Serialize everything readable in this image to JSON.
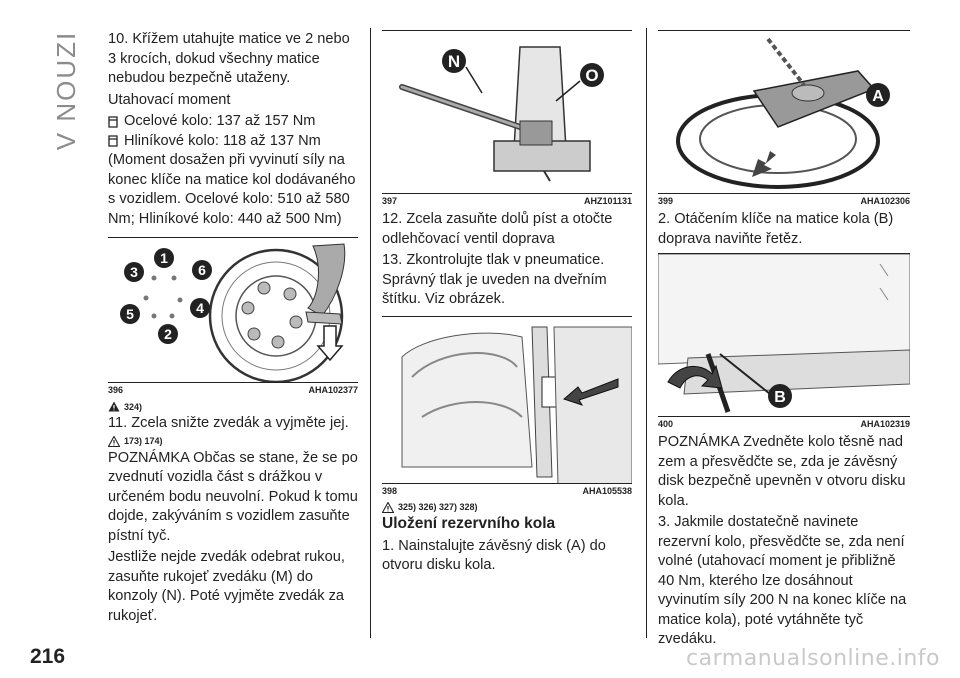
{
  "section": "V NOUZI",
  "page_number": "216",
  "watermark": "carmanualsonline.info",
  "col1": {
    "p1": "10. Křížem utahujte matice ve 2 nebo 3 krocích, dokud všechny matice nebudou bezpečně utaženy.",
    "p2": "Utahovací moment",
    "b1": "Ocelové kolo: 137 až 157 Nm",
    "b2": "Hliníkové kolo: 118 až 137 Nm",
    "p3": "(Moment dosažen při vyvinutí síly na konec klíče na matice kol dodávaného s vozidlem. Ocelové kolo: 510 až 580 Nm; Hliníkové kolo: 440 až 500 Nm)",
    "fig_num": "396",
    "fig_code": "AHA102377",
    "refs1": "324)",
    "p4": "11. Zcela snižte zvedák a vyjměte jej.",
    "refs2": "173) 174)",
    "p5": "POZNÁMKA Občas se stane, že se po zvednutí vozidla část s drážkou v určeném bodu neuvolní. Pokud k tomu dojde, zakýváním s vozidlem zasuňte pístní tyč.",
    "p6": "Jestliže nejde zvedák odebrat rukou, zasuňte rukojeť zvedáku (M) do konzoly (N). Poté vyjměte zvedák za rukojeť."
  },
  "fig396_labels": [
    "1",
    "2",
    "3",
    "4",
    "5",
    "6"
  ],
  "col2": {
    "fig_num": "397",
    "fig_code": "AHZ101131",
    "label_n": "N",
    "label_o": "O",
    "p1": "12. Zcela zasuňte dolů píst a otočte odlehčovací ventil doprava",
    "p2": "13. Zkontrolujte tlak v pneumatice. Správný tlak je uveden na dveřním štítku. Viz obrázek.",
    "fig2_num": "398",
    "fig2_code": "AHA105538",
    "refs": "325) 326) 327) 328)",
    "heading": "Uložení rezervního kola",
    "p3": "1. Nainstalujte závěsný disk (A) do otvoru disku kola."
  },
  "col3": {
    "fig_num": "399",
    "fig_code": "AHA102306",
    "label_a": "A",
    "p1": "2. Otáčením klíče na matice kola (B) doprava naviňte řetěz.",
    "fig2_num": "400",
    "fig2_code": "AHA102319",
    "label_b": "B",
    "p2": "POZNÁMKA Zvedněte kolo těsně nad zem a přesvědčte se, zda je závěsný disk bezpečně upevněn v otvoru disku kola.",
    "p3": "3. Jakmile dostatečně navinete rezervní kolo, přesvědčte se, zda není volné (utahovací moment je přibližně 40 Nm, kterého lze dosáhnout vyvinutím síly 200 N na konec klíče na matice kola), poté vytáhněte tyč zvedáku."
  }
}
